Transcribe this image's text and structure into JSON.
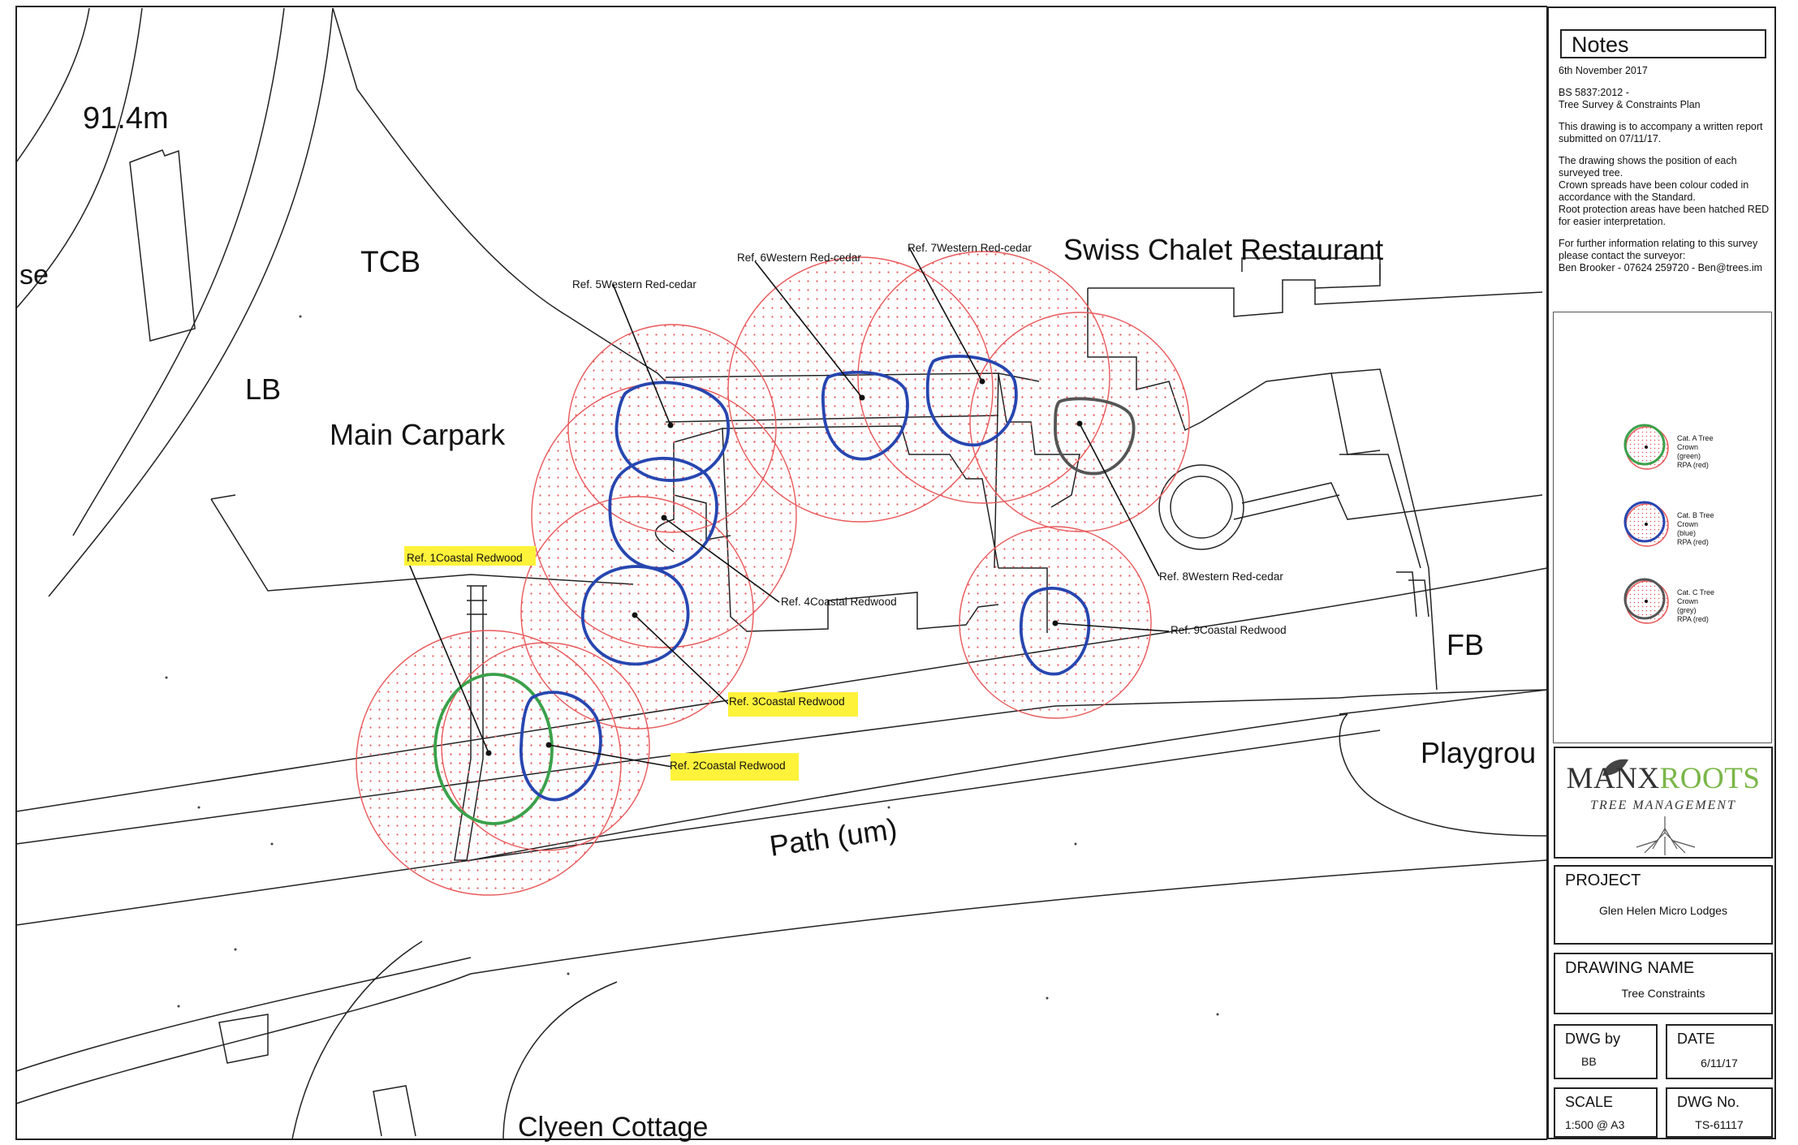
{
  "map_labels": {
    "spot_height": "91.4m",
    "tcb": "TCB",
    "se_fragment": "se",
    "lb": "LB",
    "main_carpark": "Main Carpark",
    "restaurant": "Swiss Chalet Restaurant",
    "fb": "FB",
    "playground": "Playgrou",
    "path": "Path (um)",
    "cottage": "Clyeen Cottage"
  },
  "trees": [
    {
      "ref": "Ref. 1Coastal Redwood",
      "category": "A",
      "highlighted": true
    },
    {
      "ref": "Ref. 2Coastal Redwood",
      "category": "B",
      "highlighted": true
    },
    {
      "ref": "Ref. 3Coastal Redwood",
      "category": "B",
      "highlighted": true
    },
    {
      "ref": "Ref. 4Coastal Redwood",
      "category": "B",
      "highlighted": false
    },
    {
      "ref": "Ref. 5Western Red-cedar",
      "category": "B",
      "highlighted": false
    },
    {
      "ref": "Ref. 6Western Red-cedar",
      "category": "B",
      "highlighted": false
    },
    {
      "ref": "Ref. 7Western Red-cedar",
      "category": "B",
      "highlighted": false
    },
    {
      "ref": "Ref. 8Western Red-cedar",
      "category": "C",
      "highlighted": false
    },
    {
      "ref": "Ref. 9Coastal Redwood",
      "category": "B",
      "highlighted": false
    }
  ],
  "colors": {
    "cat_a_crown": "#3aa14a",
    "cat_b_crown": "#2746b0",
    "cat_c_crown": "#555555",
    "rpa": "#e8585a",
    "highlight": "#fff23a"
  },
  "notes": {
    "title": "Notes",
    "date": "6th November 2017",
    "standard_line1": "BS 5837:2012 -",
    "standard_line2": "Tree Survey & Constraints Plan",
    "para1": "This drawing is to accompany a written report submitted on 07/11/17.",
    "para2_line1": "The drawing shows the position of each surveyed tree.",
    "para2_line2": "Crown spreads have been colour coded in accordance with the Standard.",
    "para2_line3": "Root protection areas have been hatched RED for easier interpretation.",
    "para3_line1": "For further information relating to this survey please contact the surveyor:",
    "para3_line2": "Ben Brooker - 07624 259720 - Ben@trees.im"
  },
  "legend": [
    {
      "line1": "Cat. A Tree",
      "line2": "Crown (green)",
      "line3": "RPA (red)"
    },
    {
      "line1": "Cat. B Tree",
      "line2": "Crown (blue)",
      "line3": "RPA (red)"
    },
    {
      "line1": "Cat. C Tree",
      "line2": "Crown (grey)",
      "line3": "RPA (red)"
    }
  ],
  "logo": {
    "manx": "MANX",
    "roots": "ROOTS",
    "sub": "TREE MANAGEMENT",
    "logo_icon": "tree-roots-icon"
  },
  "title_block": {
    "project_label": "PROJECT",
    "project_value": "Glen Helen Micro Lodges",
    "drawing_label": "DRAWING NAME",
    "drawing_value": "Tree Constraints",
    "dwg_by_label": "DWG by",
    "dwg_by_value": "BB",
    "date_label": "DATE",
    "date_value": "6/11/17",
    "scale_label": "SCALE",
    "scale_value": "1:500 @ A3",
    "dwg_no_label": "DWG No.",
    "dwg_no_value": "TS-61117"
  }
}
